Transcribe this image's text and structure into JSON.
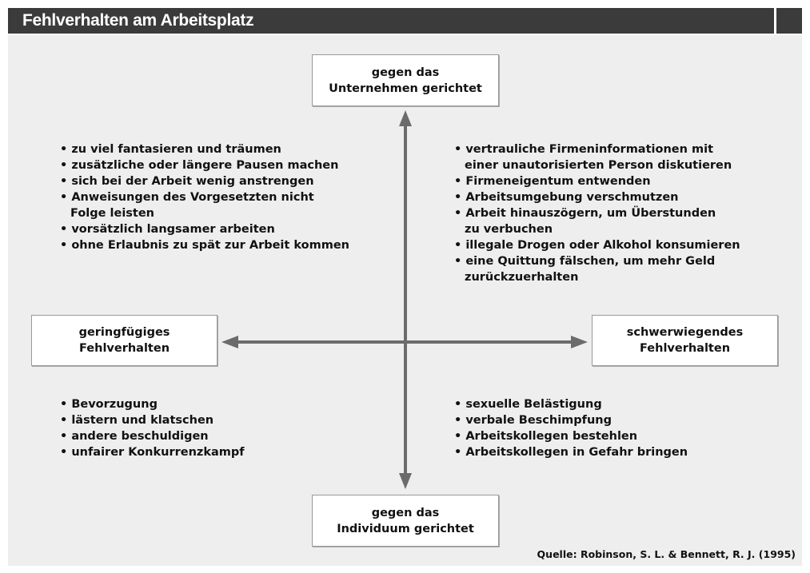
{
  "header": {
    "title": "Fehlverhalten am Arbeitsplatz"
  },
  "axes": {
    "top": [
      "gegen das",
      "Unternehmen gerichtet"
    ],
    "bottom": [
      "gegen das",
      "Individuum gerichtet"
    ],
    "left": [
      "geringfügiges",
      "Fehlverhalten"
    ],
    "right": [
      "schwerwiegendes",
      "Fehlverhalten"
    ]
  },
  "quadrants": {
    "top_left": [
      "zu viel fantasieren und träumen",
      "zusätzliche oder längere Pausen machen",
      "sich bei der Arbeit wenig anstrengen",
      "Anweisungen des Vorgesetzten nicht\nFolge leisten",
      "vorsätzlich langsamer arbeiten",
      "ohne Erlaubnis zu spät zur Arbeit kommen"
    ],
    "top_right": [
      "vertrauliche Firmeninformationen mit\neiner unautorisierten Person diskutieren",
      "Firmeneigentum entwenden",
      "Arbeitsumgebung verschmutzen",
      "Arbeit hinauszögern, um Überstunden\nzu verbuchen",
      "illegale Drogen oder Alkohol konsumieren",
      "eine Quittung fälschen, um mehr Geld\nzurückzuerhalten"
    ],
    "bottom_left": [
      "Bevorzugung",
      "lästern und klatschen",
      "andere beschuldigen",
      "unfairer Konkurrenzkampf"
    ],
    "bottom_right": [
      "sexuelle Belästigung",
      "verbale Beschimpfung",
      "Arbeitskollegen bestehlen",
      "Arbeitskollegen in Gefahr bringen"
    ]
  },
  "source": "Quelle: Robinson, S. L. & Bennett, R. J. (1995)",
  "colors": {
    "header": "#3b3b3b",
    "panel": "#eeeeee",
    "arrow": "#6b6b6b"
  }
}
